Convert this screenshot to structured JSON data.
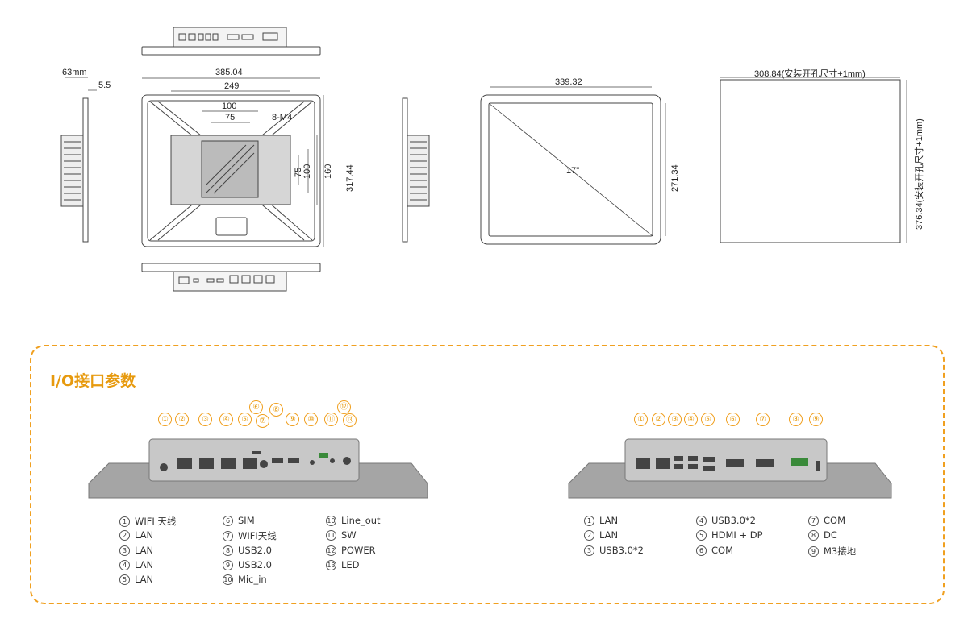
{
  "dimensions": {
    "depth": "63mm",
    "bezel_depth": "5.5",
    "rear_width": "385.04",
    "rear_mount_width": "249",
    "vesa_100_h": "100",
    "vesa_75_h": "75",
    "screw_note": "8-M4",
    "vesa_75_v": "75",
    "vesa_100_v": "100",
    "rear_mount_height": "160",
    "rear_height": "317.44",
    "screen_width": "339.32",
    "screen_diag": "17\"",
    "screen_height": "271.34",
    "cutout_width": "308.84(安装开孔尺寸+1mm)",
    "cutout_height": "376.34(安装开孔尺寸+1mm)"
  },
  "io": {
    "title": "I/O接口参数",
    "left_markers": [
      "①",
      "②",
      "③",
      "④",
      "⑤",
      "⑥",
      "⑦",
      "⑧",
      "⑨",
      "⑩",
      "⑪",
      "⑫",
      "⑬"
    ],
    "right_markers": [
      "①",
      "②",
      "③",
      "④",
      "⑤",
      "⑥",
      "⑦",
      "⑧",
      "⑨"
    ],
    "left_legend": [
      {
        "n": "1",
        "label": "WIFI 天线"
      },
      {
        "n": "2",
        "label": "LAN"
      },
      {
        "n": "3",
        "label": "LAN"
      },
      {
        "n": "4",
        "label": "LAN"
      },
      {
        "n": "5",
        "label": "LAN"
      },
      {
        "n": "6",
        "label": "SIM"
      },
      {
        "n": "7",
        "label": "WIFI天线"
      },
      {
        "n": "8",
        "label": "USB2.0"
      },
      {
        "n": "9",
        "label": "USB2.0"
      },
      {
        "n": "10",
        "label": "Mic_in"
      },
      {
        "n": "10",
        "label": "Line_out"
      },
      {
        "n": "11",
        "label": "SW"
      },
      {
        "n": "12",
        "label": "POWER"
      },
      {
        "n": "13",
        "label": "LED"
      }
    ],
    "right_legend": [
      {
        "n": "1",
        "label": "LAN"
      },
      {
        "n": "2",
        "label": "LAN"
      },
      {
        "n": "3",
        "label": "USB3.0*2"
      },
      {
        "n": "4",
        "label": "USB3.0*2"
      },
      {
        "n": "5",
        "label": "HDMI + DP"
      },
      {
        "n": "6",
        "label": "COM"
      },
      {
        "n": "7",
        "label": "COM"
      },
      {
        "n": "8",
        "label": "DC"
      },
      {
        "n": "9",
        "label": "M3接地"
      }
    ]
  },
  "colors": {
    "accent": "#f0a020",
    "line": "#444444",
    "panel": "#9a9a9a"
  }
}
